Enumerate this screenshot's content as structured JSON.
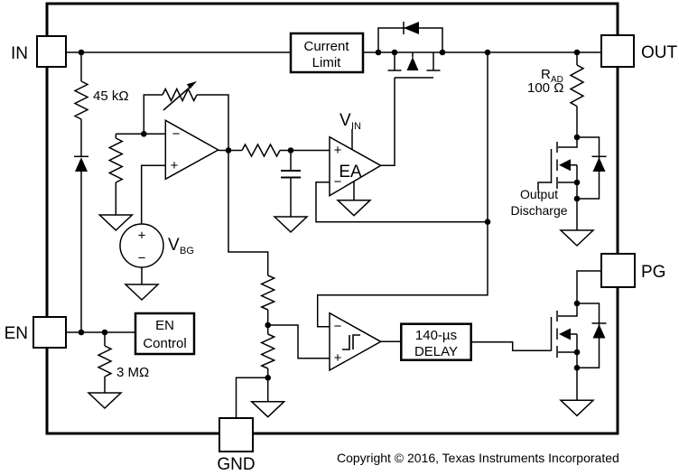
{
  "pins": {
    "in": "IN",
    "out": "OUT",
    "en": "EN",
    "pg": "PG",
    "gnd": "GND"
  },
  "blocks": {
    "current_limit": {
      "line1": "Current",
      "line2": "Limit"
    },
    "en_control": {
      "line1": "EN",
      "line2": "Control"
    },
    "delay": {
      "line1": "140-µs",
      "line2": "DELAY"
    }
  },
  "components": {
    "input_resistor": "45 kΩ",
    "enable_resistor": "3 MΩ",
    "active_discharge_resistor": {
      "name": "R",
      "sub": "AD",
      "value": "100 Ω"
    },
    "bandgap_source": {
      "name": "V",
      "sub": "BG"
    },
    "error_amp": {
      "label": "EA",
      "supply_name": "V",
      "supply_sub": "IN"
    },
    "output_discharge": {
      "line1": "Output",
      "line2": "Discharge"
    }
  },
  "symbols": {
    "plus": "+",
    "minus": "−"
  },
  "footer": {
    "copyright": "Copyright © 2016, Texas Instruments Incorporated"
  },
  "colors": {
    "stroke": "#000000",
    "background": "#ffffff"
  }
}
